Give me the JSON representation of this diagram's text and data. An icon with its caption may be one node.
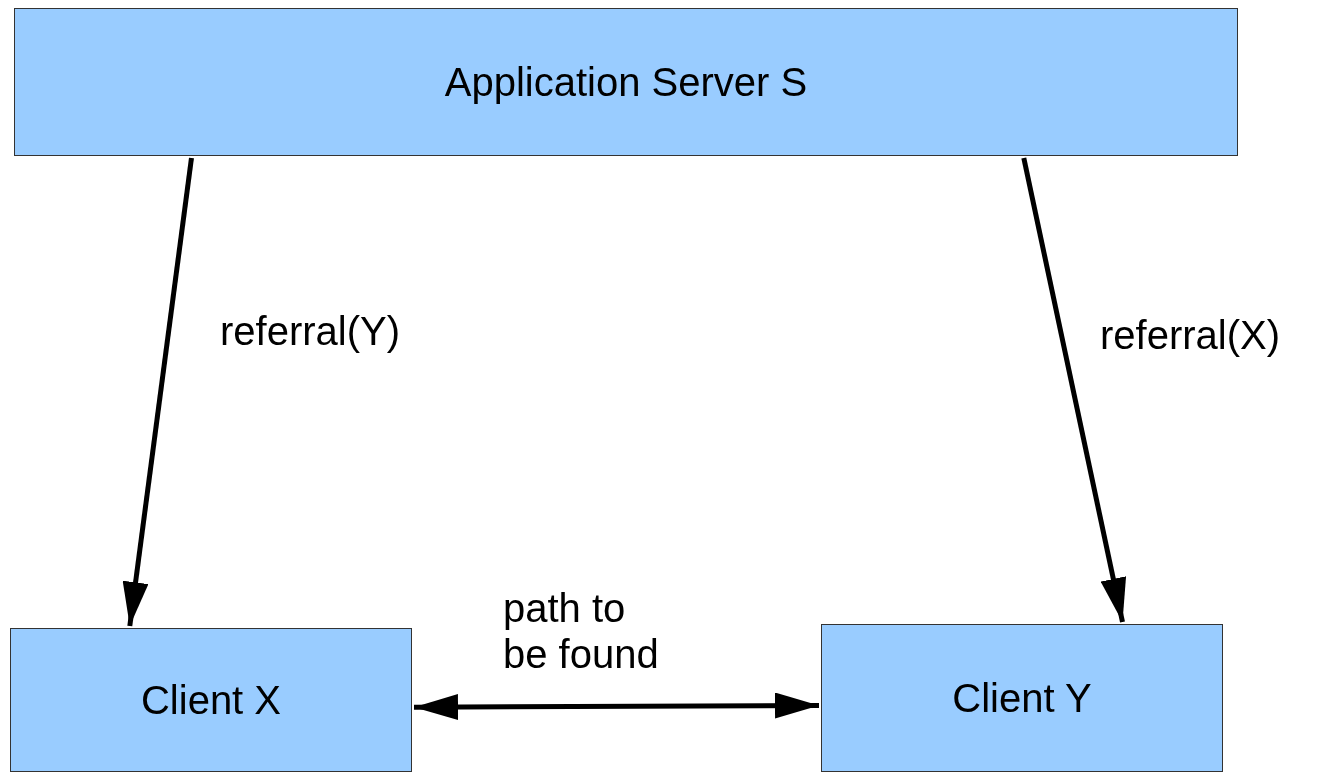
{
  "diagram": {
    "nodes": [
      {
        "text": [
          "Application Server S"
        ]
      },
      {
        "text": [
          "Client X"
        ]
      },
      {
        "text": [
          "Client Y"
        ]
      }
    ],
    "edges": [
      {
        "from": 0,
        "to": 1,
        "arrow": "to",
        "label": "referral(Y)"
      },
      {
        "from": 0,
        "to": 2,
        "arrow": "to",
        "label": "referral(X)"
      },
      {
        "from": 1,
        "to": 2,
        "arrow": "both",
        "label": "path to be found"
      }
    ]
  }
}
